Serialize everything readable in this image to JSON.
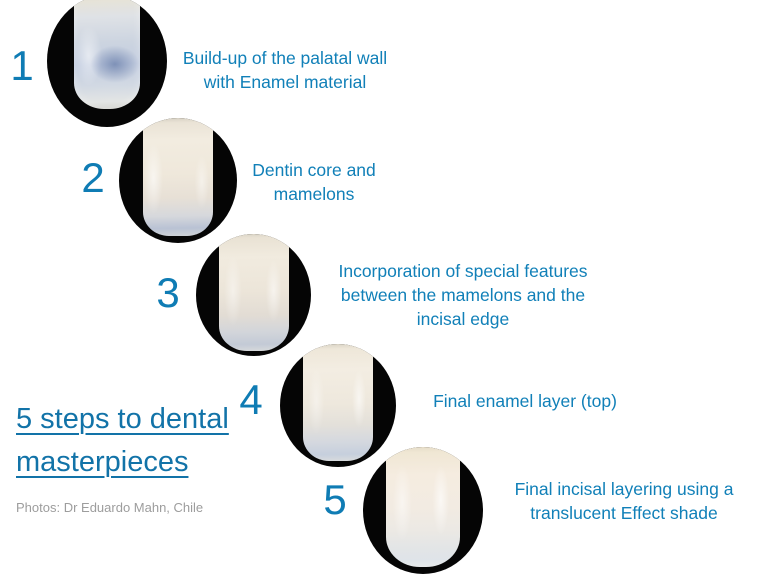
{
  "title": {
    "headline": "5 steps to dental masterpieces",
    "credit": "Photos: Dr Eduardo Mahn, Chile"
  },
  "colors": {
    "caption_blue": "#1180b8",
    "number_blue": "#0f7cb4",
    "headline_blue": "#1273a8",
    "credit_gray": "#9d9d9d",
    "photo_background": "#050505",
    "page_background": "#ffffff"
  },
  "steps": [
    {
      "number": "1",
      "caption": "Build-up of the palatal wall with Enamel material",
      "photo_alt": "translucent bluish enamel palatal shell on black background"
    },
    {
      "number": "2",
      "caption": "Dentin core and mamelons",
      "photo_alt": "ivory dentin core with mamelons and bluish incisal edge"
    },
    {
      "number": "3",
      "caption": "Incorporation of special features between the mamelons and the incisal edge",
      "photo_alt": "tooth build-up with special effect features near incisal edge"
    },
    {
      "number": "4",
      "caption": "Final enamel layer (top)",
      "photo_alt": "tooth covered with final enamel layer"
    },
    {
      "number": "5",
      "caption": "Final incisal layering using a translucent Effect shade",
      "photo_alt": "finished polished tooth with translucent incisal effect shade"
    }
  ]
}
